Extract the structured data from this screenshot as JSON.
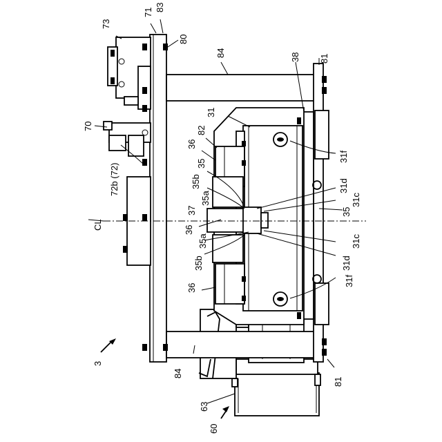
{
  "figure": {
    "ref_number": "3"
  },
  "labels": {
    "l73": "73",
    "l71": "71",
    "l83": "83",
    "l80": "80",
    "l84_top": "84",
    "l38": "38",
    "l81_top": "81",
    "l70": "70",
    "l82": "82",
    "l31": "31",
    "l36_top": "36",
    "l35_top": "35",
    "l72b": "72b (72)",
    "l31f_top": "31f",
    "l35b_top": "35b",
    "l31d_top": "31d",
    "l35a_top": "35a",
    "l31c_top": "31c",
    "l37": "37",
    "l35_right": "35",
    "lCL": "CL",
    "l36_mid": "36",
    "l35a_bot": "35a",
    "l31c_bot": "31c",
    "l35b_bot": "35b",
    "l31d_bot": "31d",
    "l31f_bot": "31f",
    "l36_bot": "36",
    "l84_bot": "84",
    "l81_bot": "81",
    "l63": "63",
    "l60": "60"
  }
}
